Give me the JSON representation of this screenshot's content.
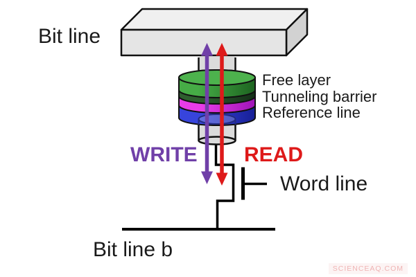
{
  "labels": {
    "bit_line": "Bit line",
    "free_layer": "Free layer",
    "tunneling_barrier": "Tunneling barrier",
    "reference_line": "Reference line",
    "write": "WRITE",
    "read": "READ",
    "word_line": "Word line",
    "bit_line_b": "Bit line b",
    "watermark": "SCIENCEAQ.COM"
  },
  "stack_layers": [
    {
      "name": "Free layer",
      "color": "#46AC46"
    },
    {
      "name": "Tunneling barrier",
      "color": "#E83CE8"
    },
    {
      "name": "Reference line",
      "color": "#3744DC"
    }
  ],
  "arrows": [
    {
      "name": "WRITE",
      "direction": "bidirectional-vertical",
      "color": "#7040A8"
    },
    {
      "name": "READ",
      "direction": "bidirectional-vertical",
      "color": "#DE1A1A"
    }
  ],
  "colors": {
    "text": "#1A1A1A",
    "outline": "#111111",
    "wire": "#000000",
    "slab_front": "#E5E5E5",
    "slab_top": "#F0F0F0",
    "slab_side": "#D2D2D2",
    "pillar": "#DBDBDB",
    "green_l": "#46AC46",
    "green_d": "#1D6420",
    "green_top": "#4DB24D",
    "interface_l": "#2E5F2E",
    "interface_d": "#143018",
    "magenta_l": "#E83CE8",
    "magenta_d": "#9E14B6",
    "blue_l": "#3744DC",
    "blue_d": "#171F96",
    "hole_stroke": "#232B80",
    "write": "#7040A8",
    "read": "#DE1A1A",
    "watermark": "#EFB4B4",
    "watermark_bg": "#FCF4F4"
  }
}
